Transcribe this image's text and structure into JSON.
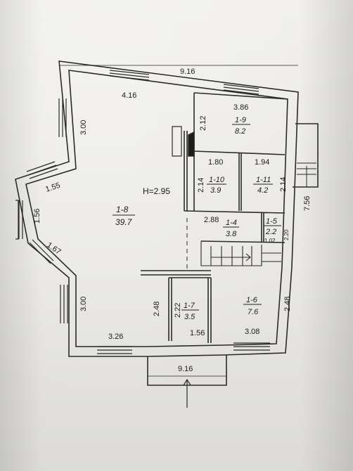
{
  "plan": {
    "height_label": "H=2.95",
    "overall_top": "9.16",
    "overall_bottom": "9.16",
    "right_side": "7.56",
    "dims": {
      "d416": "4.16",
      "d386": "3.86",
      "d300a": "3.00",
      "d212": "2.12",
      "d155": "1.55",
      "d156": "1.56",
      "d167": "1.67",
      "d180": "1.80",
      "d194": "1.94",
      "d214a": "2.14",
      "d214b": "2.14",
      "d288": "2.88",
      "d102": "1.02",
      "d220": "2.20",
      "d300b": "3.00",
      "d248a": "2.48",
      "d222": "2.22",
      "d248b": "2.48",
      "d326": "3.26",
      "d156b": "1.56",
      "d308": "3.08"
    },
    "rooms": [
      {
        "id": "1-8",
        "area": "39.7"
      },
      {
        "id": "1-9",
        "area": "8.2"
      },
      {
        "id": "1-10",
        "area": "3.9"
      },
      {
        "id": "1-11",
        "area": "4.2"
      },
      {
        "id": "1-4",
        "area": "3.8"
      },
      {
        "id": "1-5",
        "area": "2.2"
      },
      {
        "id": "1-7",
        "area": "3.5"
      },
      {
        "id": "1-6",
        "area": "7.6"
      }
    ]
  }
}
